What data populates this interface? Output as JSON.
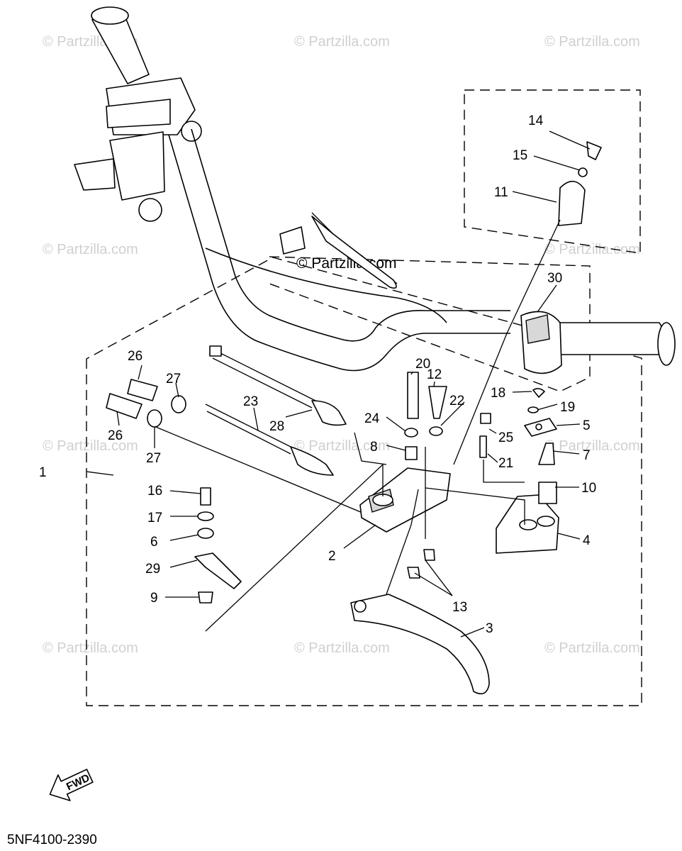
{
  "watermarks": [
    "© Partzilla.com",
    "© Partzilla.com",
    "© Partzilla.com",
    "© Partzilla.com",
    "© Partzilla.com",
    "© Partzilla.com",
    "© Partzilla.com",
    "© Partzilla.com",
    "© Partzilla.com",
    "© Partzilla.com",
    "© Partzilla.com"
  ],
  "center_watermark": "© Partzilla.com",
  "callouts": [
    "1",
    "2",
    "3",
    "4",
    "5",
    "6",
    "7",
    "8",
    "9",
    "10",
    "11",
    "12",
    "13",
    "14",
    "15",
    "16",
    "17",
    "18",
    "19",
    "20",
    "21",
    "22",
    "23",
    "24",
    "25",
    "26",
    "26",
    "27",
    "27",
    "28",
    "29",
    "30"
  ],
  "fwd_label": "FWD",
  "diagram_code": "5NF4100-2390"
}
